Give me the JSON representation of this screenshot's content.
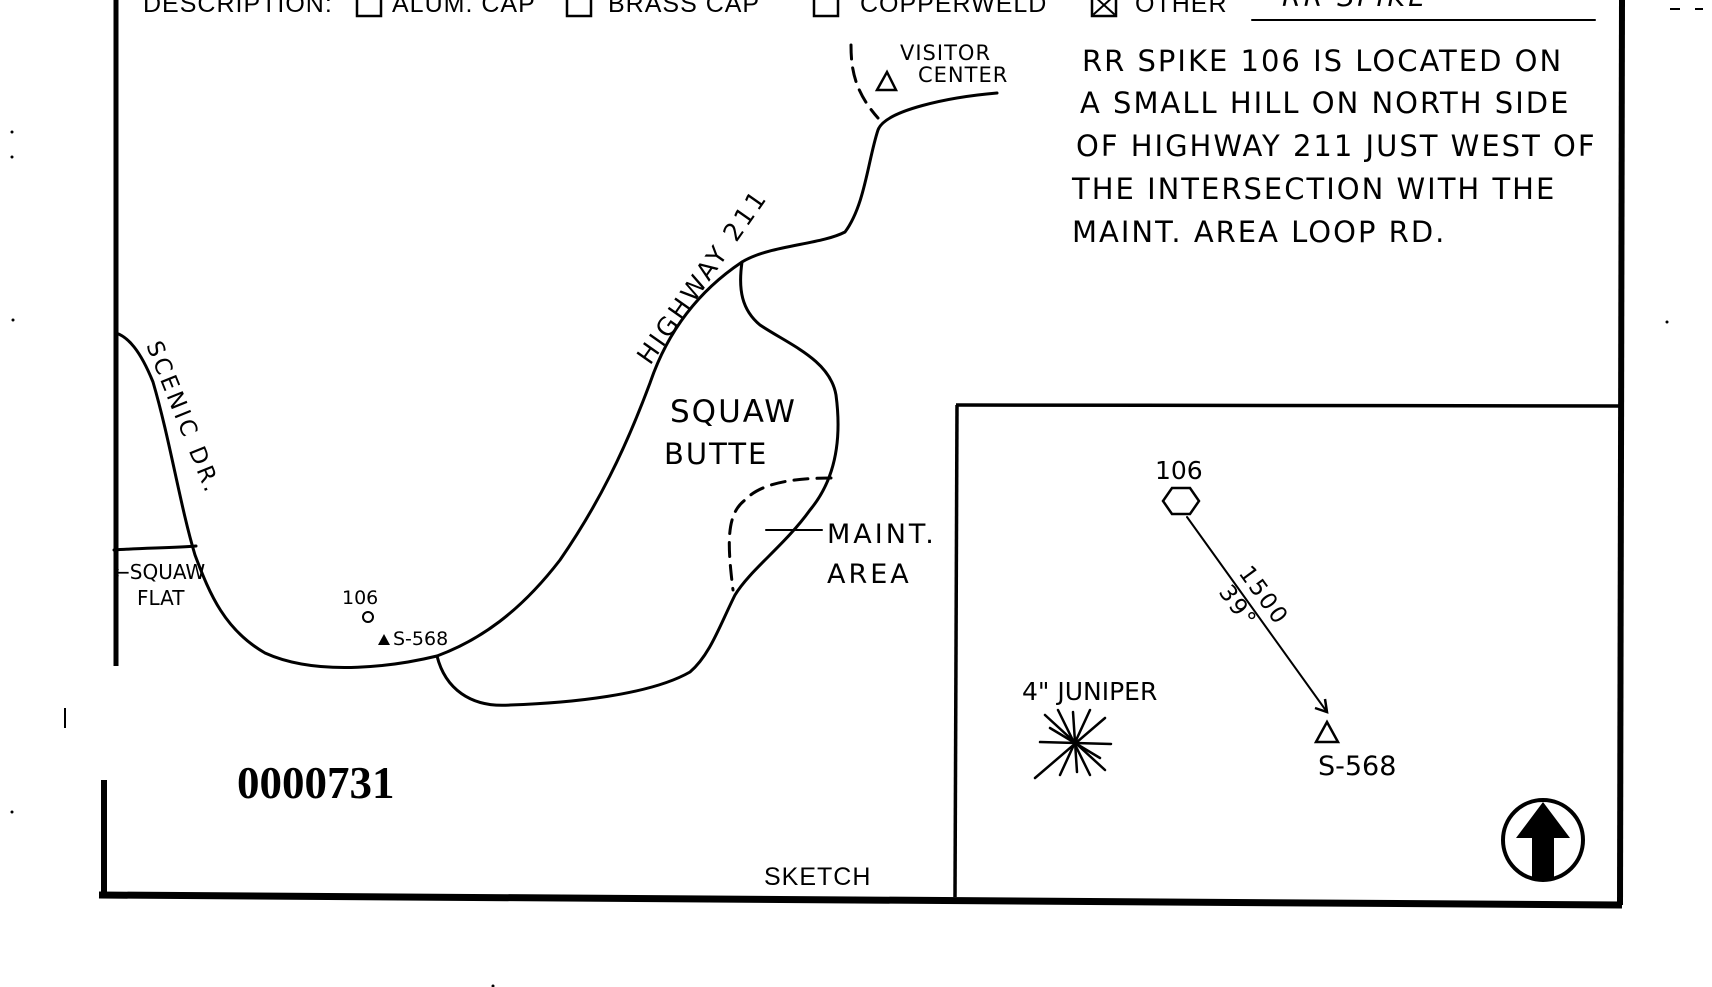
{
  "header": {
    "description_label": "DESCRIPTION:",
    "options": [
      {
        "label": "ALUM. CAP",
        "checked": false
      },
      {
        "label": "BRASS CAP",
        "checked": false
      },
      {
        "label": "COPPERWELD",
        "checked": false
      },
      {
        "label": "OTHER",
        "checked": true
      }
    ],
    "other_value": "RR SPIKE"
  },
  "notes": [
    "RR SPIKE 106 IS LOCATED ON",
    "A SMALL HILL ON NORTH SIDE",
    "OF HIGHWAY 211 JUST WEST OF",
    "THE INTERSECTION WITH THE",
    "MAINT. AREA LOOP RD."
  ],
  "map": {
    "visitor_center": [
      "VISITOR",
      "CENTER"
    ],
    "highway": "HIGHWAY 211",
    "scenic_drive": "SCENIC DR.",
    "squaw_flat": [
      "←SQUAW",
      "FLAT"
    ],
    "squaw_butte": [
      "SQUAW",
      "BUTTE"
    ],
    "maint_area": [
      "MAINT.",
      "AREA"
    ],
    "point_106": "106",
    "point_s568": "S-568"
  },
  "inset": {
    "point_106": "106",
    "point_s568": "S-568",
    "juniper": "4\" JUNIPER",
    "distance": "1500",
    "azimuth": "39°"
  },
  "record_number": "0000731",
  "sketch_label": "SKETCH"
}
